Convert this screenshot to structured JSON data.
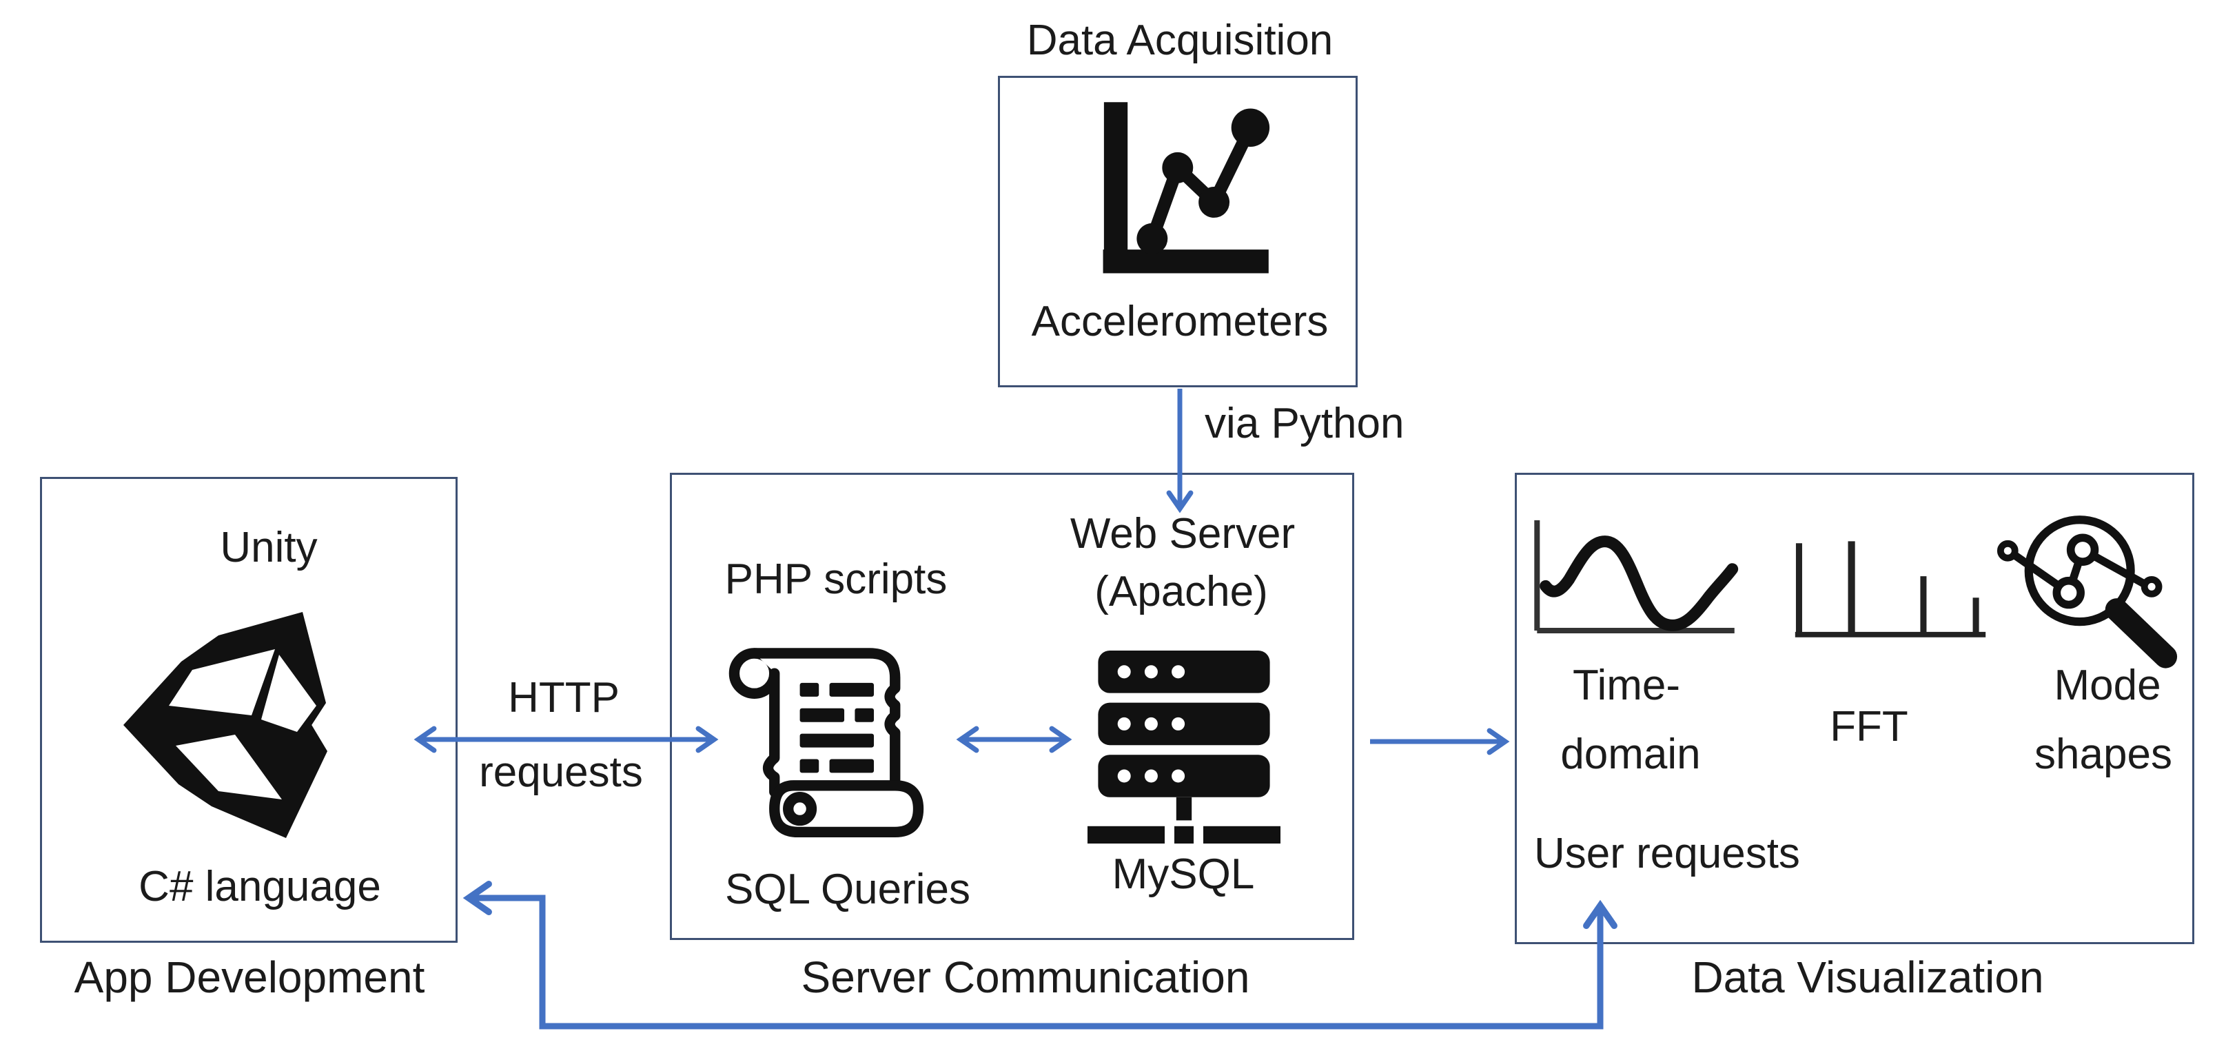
{
  "diagram": {
    "colors": {
      "arrow_blue": "#4472C4",
      "box_border": "#3E5174",
      "text": "#1b1b1b"
    },
    "data_acquisition": {
      "title": "Data Acquisition",
      "device_label": "Accelerometers",
      "icon": "line-chart-icon"
    },
    "flow": {
      "via_python": "via Python",
      "http_line1": "HTTP",
      "http_line2": "requests"
    },
    "app_development": {
      "engine": "Unity",
      "language": "C# language",
      "caption": "App Development",
      "icon": "unity-cube-icon"
    },
    "server_communication": {
      "php": "PHP scripts",
      "sql": "SQL Queries",
      "web_server_line1": "Web Server",
      "web_server_line2": "(Apache)",
      "database": "MySQL",
      "caption": "Server Communication",
      "icons": [
        "scroll-icon",
        "server-stack-icon"
      ]
    },
    "data_visualization": {
      "time_line1": "Time-",
      "time_line2": "domain",
      "fft": "FFT",
      "mode_line1": "Mode",
      "mode_line2": "shapes",
      "user_requests": "User requests",
      "caption": "Data Visualization",
      "icons": [
        "sine-wave-icon",
        "fft-spectrum-icon",
        "magnifier-nodes-icon"
      ]
    }
  }
}
